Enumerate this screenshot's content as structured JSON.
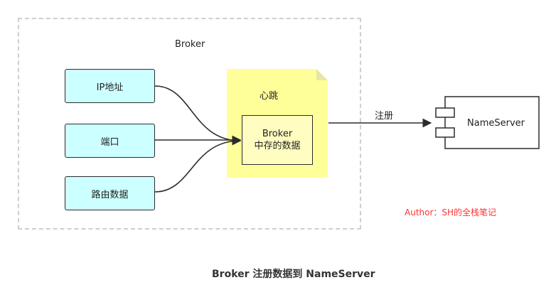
{
  "broker": {
    "title": "Broker"
  },
  "nodes": {
    "ip": "IP地址",
    "port": "端口",
    "route": "路由数据"
  },
  "heartbeat": {
    "title": "心跳",
    "inner_line1": "Broker",
    "inner_line2": "中存的数据"
  },
  "edge": {
    "register_label": "注册"
  },
  "nameserver": {
    "label": "NameServer"
  },
  "author": "Author：SH的全栈笔记",
  "caption": "Broker 注册数据到 NameServer",
  "colors": {
    "node_fill": "#ccffff",
    "note_fill": "#ffff99",
    "note_fold": "#e6e6a8",
    "author": "#ff3333",
    "dashed_border": "#cfcfcf"
  }
}
